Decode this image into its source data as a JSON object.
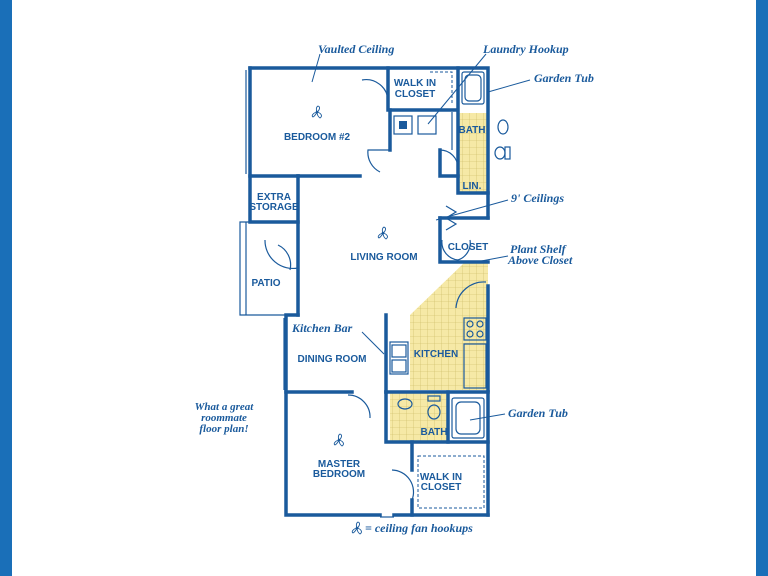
{
  "colors": {
    "brand": "#1a6fb8",
    "ink": "#1a5a9c",
    "tile": "#f6e9a6",
    "tile_line": "#c9b760"
  },
  "rooms": {
    "bedroom2": "BEDROOM #2",
    "walkin_top_1": "WALK IN",
    "walkin_top_2": "CLOSET",
    "bath_top": "BATH",
    "lin": "LIN.",
    "extra_1": "EXTRA",
    "extra_2": "STORAGE",
    "living": "LIVING ROOM",
    "closet": "CLOSET",
    "patio": "PATIO",
    "dining": "DINING ROOM",
    "kitchen": "KITCHEN",
    "bath_bottom": "BATH",
    "master_1": "MASTER",
    "master_2": "BEDROOM",
    "walkin_bottom_1": "WALK IN",
    "walkin_bottom_2": "CLOSET"
  },
  "annotations": {
    "vaulted": "Vaulted Ceiling",
    "laundry": "Laundry Hookup",
    "garden_tub_top": "Garden Tub",
    "ceilings": "9' Ceilings",
    "plant_1": "Plant Shelf",
    "plant_2": "Above Closet",
    "kitchen_bar": "Kitchen Bar",
    "garden_tub_bottom": "Garden Tub",
    "tagline_1": "What a great",
    "tagline_2": "roommate",
    "tagline_3": "floor plan!",
    "legend": "= ceiling fan hookups"
  },
  "icons": [
    "ceiling-fan-icon",
    "bathtub-icon",
    "toilet-icon",
    "sink-icon",
    "stove-icon",
    "washer-icon"
  ]
}
